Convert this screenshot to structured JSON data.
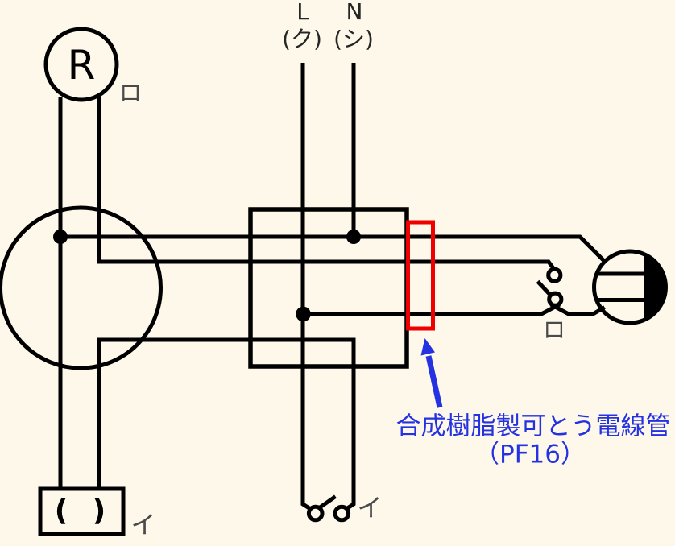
{
  "colors": {
    "bg": "#fdf8e9",
    "wire_black": "#000000",
    "text_black": "#262626",
    "label_gray": "#4a4a4a",
    "tube_red": "#ee0000",
    "annotation_blue": "#2432e2"
  },
  "power_source": {
    "line_label": "L",
    "line_wire_color": "(ク)",
    "neutral_label": "N",
    "neutral_wire_color": "(シ)"
  },
  "lamp_receptacle": {
    "letter": "R",
    "circuit": "ロ"
  },
  "ceiling_rosette": {
    "symbol_text": "( )",
    "circuit": "イ"
  },
  "switch_ro": {
    "circuit": "ロ"
  },
  "switch_i": {
    "circuit": "イ"
  },
  "annotation": {
    "label": "合成樹脂製可とう電線管",
    "size": "（PF16）"
  }
}
